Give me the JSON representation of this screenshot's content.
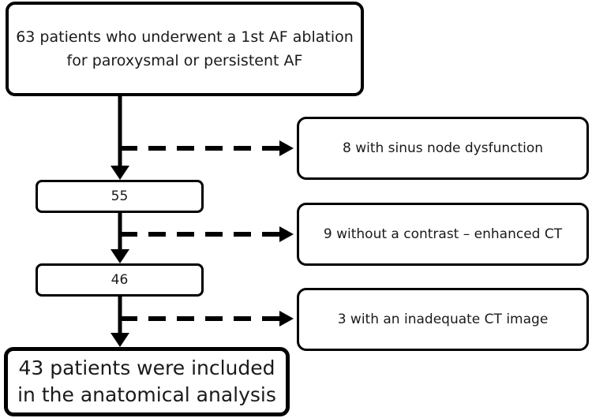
{
  "flow": {
    "start_line1": "63 patients who underwent a 1st AF ablation",
    "start_line2": "for paroxysmal or persistent AF",
    "step1": "55",
    "step2": "46",
    "final_line1": "43 patients were included",
    "final_line2": "in the anatomical analysis"
  },
  "exclusions": {
    "ex1": "8 with sinus node dysfunction",
    "ex2": "9 without a contrast – enhanced CT",
    "ex3": "3 with an inadequate CT image"
  },
  "colors": {
    "line": "#000000",
    "box_fill": "#ffffff"
  }
}
